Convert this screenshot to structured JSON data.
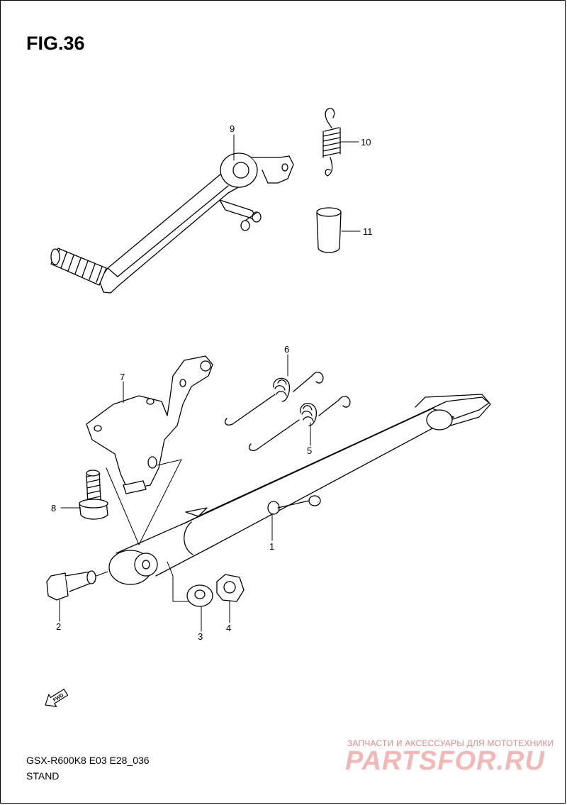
{
  "figure": {
    "title": "FIG.36",
    "code": "GSX-R600K8 E03 E28_036",
    "name": "STAND"
  },
  "callouts": [
    {
      "id": "c1",
      "label": "1"
    },
    {
      "id": "c2",
      "label": "2"
    },
    {
      "id": "c3",
      "label": "3"
    },
    {
      "id": "c4",
      "label": "4"
    },
    {
      "id": "c5",
      "label": "5"
    },
    {
      "id": "c6",
      "label": "6"
    },
    {
      "id": "c7",
      "label": "7"
    },
    {
      "id": "c8",
      "label": "8"
    },
    {
      "id": "c9",
      "label": "9"
    },
    {
      "id": "c10",
      "label": "10"
    },
    {
      "id": "c11",
      "label": "11"
    }
  ],
  "direction_badge": "FWD",
  "watermark": {
    "tagline": "ЗАПЧАСТИ И АКСЕССУАРЫ ДЛЯ МОТОТЕХНИКИ",
    "logo": "PARTSFOR.RU"
  },
  "colors": {
    "ink": "#000000",
    "watermark": "#f2b8b8"
  }
}
